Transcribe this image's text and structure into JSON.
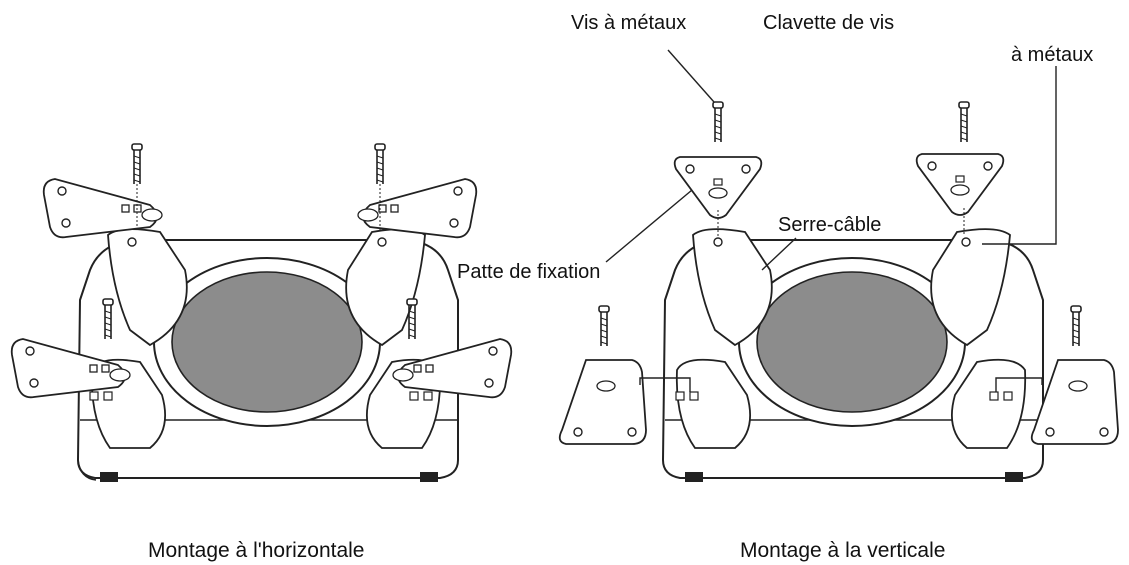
{
  "labels": {
    "vis_metaux": "Vis à métaux",
    "clavette_vis": "Clavette de vis",
    "a_metaux": "à métaux",
    "serre_cable": "Serre-câble",
    "patte_fixation": "Patte de fixation"
  },
  "captions": {
    "horizontal": "Montage à l'horizontale",
    "vertical": "Montage à la verticale"
  },
  "colors": {
    "line": "#222222",
    "speaker_fill": "#8c8c8c",
    "speaker_ring": "#ffffff",
    "background": "#ffffff"
  }
}
